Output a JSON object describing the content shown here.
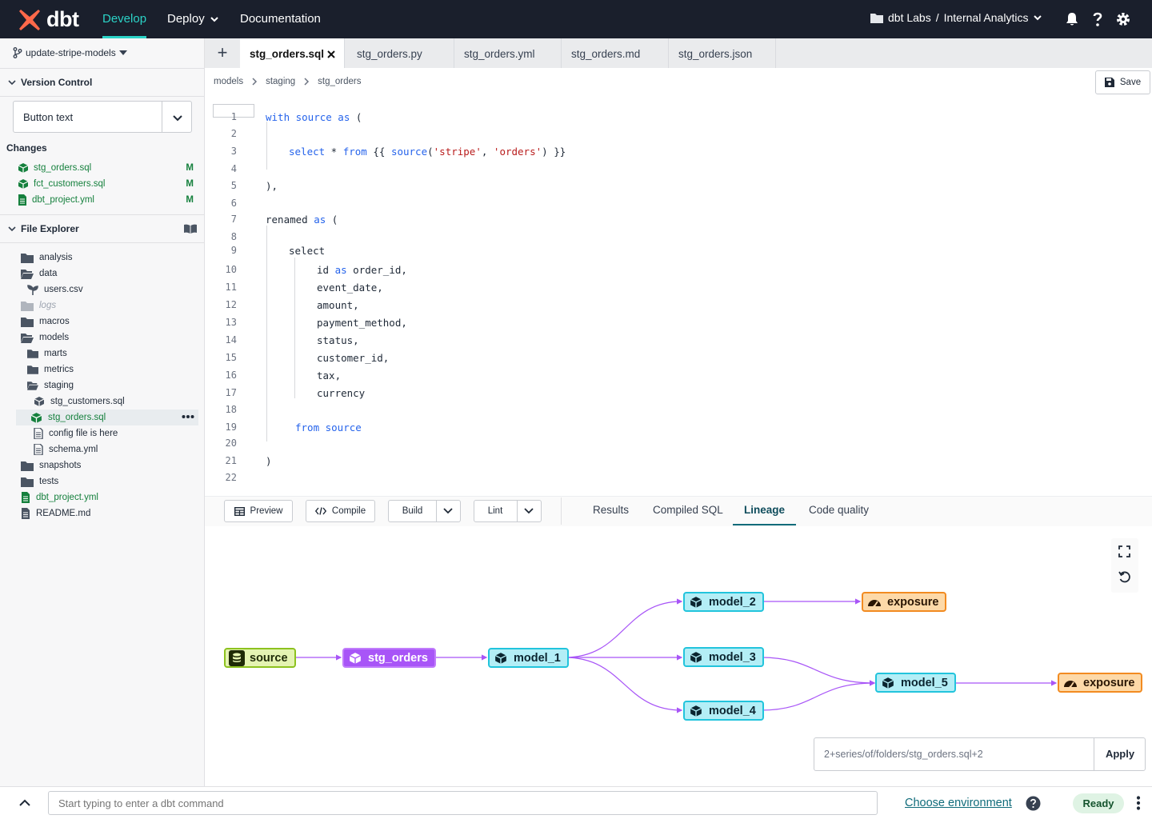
{
  "topbar": {
    "logo_text": "dbt",
    "nav": [
      "Develop",
      "Deploy",
      "Documentation"
    ],
    "project_org": "dbt Labs",
    "project_sep": "/",
    "project_name": "Internal Analytics",
    "accent": "#2bd3c7"
  },
  "sidebar": {
    "branch": "update-stripe-models",
    "version_control_title": "Version Control",
    "select_value": "Button text",
    "changes_label": "Changes",
    "changes": [
      {
        "name": "stg_orders.sql",
        "status": "M",
        "icon": "model-icon"
      },
      {
        "name": "fct_customers.sql",
        "status": "M",
        "icon": "model-icon"
      },
      {
        "name": "dbt_project.yml",
        "status": "M",
        "icon": "file-icon"
      }
    ],
    "file_explorer_title": "File Explorer",
    "tree": [
      {
        "name": "analysis",
        "icon": "folder-icon"
      },
      {
        "name": "data",
        "icon": "folder-open-icon"
      },
      {
        "name": "users.csv",
        "icon": "seed-icon"
      },
      {
        "name": "logs",
        "icon": "folder-icon"
      },
      {
        "name": "macros",
        "icon": "folder-icon"
      },
      {
        "name": "models",
        "icon": "folder-open-icon"
      },
      {
        "name": "marts",
        "icon": "folder-icon"
      },
      {
        "name": "metrics",
        "icon": "folder-icon"
      },
      {
        "name": "staging",
        "icon": "folder-open-icon"
      },
      {
        "name": "stg_customers.sql",
        "icon": "model-icon"
      },
      {
        "name": "stg_orders.sql",
        "icon": "model-icon"
      },
      {
        "name": "config file is here",
        "icon": "file-icon"
      },
      {
        "name": "schema.yml",
        "icon": "file-icon"
      },
      {
        "name": "snapshots",
        "icon": "folder-icon"
      },
      {
        "name": "tests",
        "icon": "folder-icon"
      },
      {
        "name": "dbt_project.yml",
        "icon": "file-icon"
      },
      {
        "name": "README.md",
        "icon": "file-icon"
      }
    ]
  },
  "tabs": [
    "stg_orders.sql",
    "stg_orders.py",
    "stg_orders.yml",
    "stg_orders.md",
    "stg_orders.json"
  ],
  "breadcrumb": [
    "models",
    "staging",
    "stg_orders"
  ],
  "save_label": "Save",
  "code": {
    "line_numbers": [
      "1",
      "2",
      "3",
      "4",
      "5",
      "6",
      "7",
      "8",
      "9",
      "10",
      "11",
      "12",
      "13",
      "14",
      "15",
      "16",
      "17",
      "18",
      "19",
      "20",
      "21",
      "22"
    ],
    "lines": [
      [
        {
          "t": "with source as",
          "c": "kw"
        },
        {
          "t": " (",
          "c": ""
        }
      ],
      [],
      [
        {
          "t": "select",
          "c": "kw"
        },
        {
          "t": " * ",
          "c": ""
        },
        {
          "t": "from",
          "c": "kw"
        },
        {
          "t": " {{ ",
          "c": ""
        },
        {
          "t": "source",
          "c": "kw"
        },
        {
          "t": "(",
          "c": ""
        },
        {
          "t": "'stripe'",
          "c": "str"
        },
        {
          "t": ", ",
          "c": ""
        },
        {
          "t": "'orders'",
          "c": "str"
        },
        {
          "t": ") }}",
          "c": ""
        }
      ],
      [],
      [
        {
          "t": "),",
          "c": ""
        }
      ],
      [],
      [
        {
          "t": "renamed ",
          "c": ""
        },
        {
          "t": "as",
          "c": "kw"
        },
        {
          "t": " (",
          "c": ""
        }
      ],
      [],
      [
        {
          "t": "select",
          "c": ""
        }
      ],
      [
        {
          "t": "id ",
          "c": ""
        },
        {
          "t": "as",
          "c": "kw"
        },
        {
          "t": " order_id,",
          "c": ""
        }
      ],
      [
        {
          "t": "event_date,",
          "c": ""
        }
      ],
      [
        {
          "t": "amount,",
          "c": ""
        }
      ],
      [
        {
          "t": "payment_method,",
          "c": ""
        }
      ],
      [
        {
          "t": "status,",
          "c": ""
        }
      ],
      [
        {
          "t": "customer_id,",
          "c": ""
        }
      ],
      [
        {
          "t": "tax,",
          "c": ""
        }
      ],
      [
        {
          "t": "currency",
          "c": ""
        }
      ],
      [],
      [
        {
          "t": "from source",
          "c": "kw"
        }
      ],
      [],
      [
        {
          "t": ")",
          "c": ""
        }
      ],
      []
    ]
  },
  "actions": {
    "preview": "Preview",
    "compile": "Compile",
    "build": "Build",
    "lint": "Lint"
  },
  "result_tabs": [
    "Results",
    "Compiled SQL",
    "Lineage",
    "Code quality"
  ],
  "lineage": {
    "nodes": [
      "source",
      "stg_orders",
      "model_1",
      "model_2",
      "model_3",
      "model_4",
      "model_5",
      "exposure",
      "exposure"
    ],
    "selector_value": "2+series/of/folders/stg_orders.sql+2",
    "apply_label": "Apply",
    "edge_color": "#a855f7"
  },
  "cmdbar": {
    "placeholder": "Start typing to enter a dbt command",
    "env_link": "Choose environment",
    "status": "Ready"
  }
}
